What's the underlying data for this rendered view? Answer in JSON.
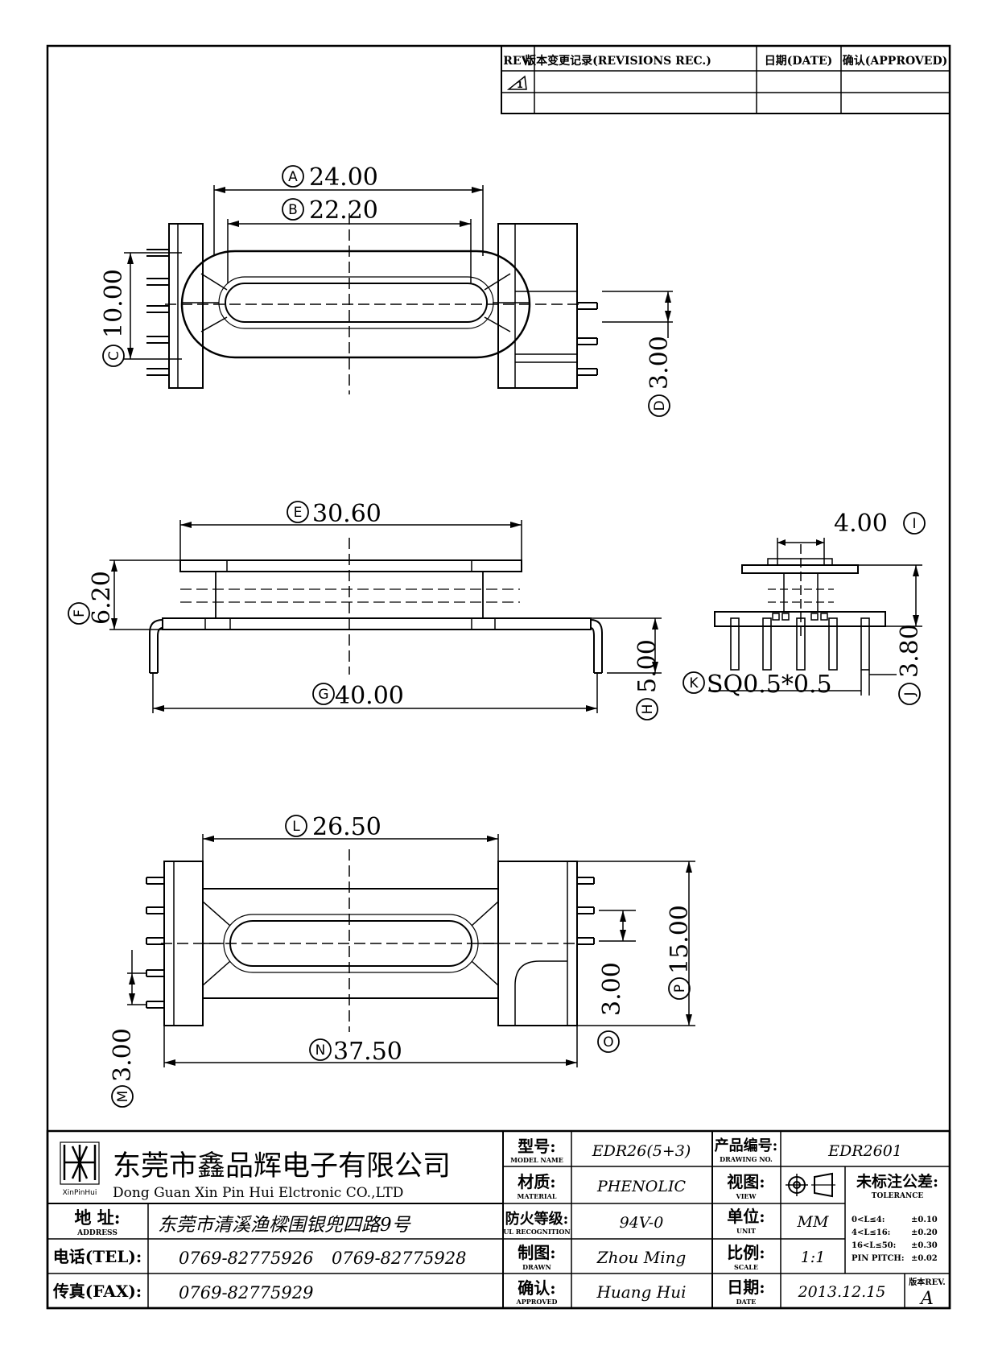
{
  "revision_table": {
    "col_rev": "REV.",
    "col_rec": "版本变更记录(REVISIONS REC.)",
    "col_date": "日期(DATE)",
    "col_approved": "确认(APPROVED)",
    "rev_mark": "1"
  },
  "dimensions": {
    "A": {
      "letter": "A",
      "value": "24.00"
    },
    "B": {
      "letter": "B",
      "value": "22.20"
    },
    "C": {
      "letter": "C",
      "value": "10.00"
    },
    "D": {
      "letter": "D",
      "value": "3.00"
    },
    "E": {
      "letter": "E",
      "value": "30.60"
    },
    "F": {
      "letter": "F",
      "value": "6.20"
    },
    "G": {
      "letter": "G",
      "value": "40.00"
    },
    "H": {
      "letter": "H",
      "value": "5.00"
    },
    "I": {
      "letter": "I",
      "value": "4.00"
    },
    "J": {
      "letter": "J",
      "value": "3.80"
    },
    "K": {
      "letter": "K",
      "value": "SQ0.5*0.5"
    },
    "L": {
      "letter": "L",
      "value": "26.50"
    },
    "M": {
      "letter": "M",
      "value": "3.00"
    },
    "N": {
      "letter": "N",
      "value": "37.50"
    },
    "O": {
      "letter": "O",
      "value": "3.00"
    },
    "P": {
      "letter": "P",
      "value": "15.00"
    }
  },
  "title_block": {
    "company_cn": "东莞市鑫品辉电子有限公司",
    "company_en": "Dong Guan Xin Pin Hui Elctronic CO.,LTD",
    "logo_text": "XinPinHui",
    "address_label": "地 址:",
    "address_label_en": "ADDRESS",
    "address": "东莞市清溪渔樑围银兜四路9号",
    "tel_label": "电话(TEL):",
    "tel1": "0769-82775926",
    "tel2": "0769-82775928",
    "fax_label": "传真(FAX):",
    "fax": "0769-82775929",
    "model_label": "型号:",
    "model_label_en": "MODEL NAME",
    "model": "EDR26(5+3)",
    "material_label": "材质:",
    "material_label_en": "MATERIAL",
    "material": "PHENOLIC",
    "flame_label": "防火等级:",
    "flame_label_en": "UL RECOGNITION",
    "flame": "94V-0",
    "drawn_label": "制图:",
    "drawn_label_en": "DRAWN",
    "drawn": "Zhou Ming",
    "approved_label": "确认:",
    "approved_label_en": "APPROVED",
    "approved": "Huang Hui",
    "drawing_no_label": "产品编号:",
    "drawing_no_label_en": "DRAWING NO.",
    "drawing_no": "EDR2601",
    "view_label": "视图:",
    "view_label_en": "VIEW",
    "unit_label": "单位:",
    "unit_label_en": "UNIT",
    "unit": "MM",
    "scale_label": "比例:",
    "scale_label_en": "SCALE",
    "scale": "1:1",
    "date_label": "日期:",
    "date_label_en": "DATE",
    "date": "2013.12.15",
    "tolerance_label": "未标注公差:",
    "tolerance_label_en": "TOLERANCE",
    "tol_rows": [
      {
        "range": "0<L≤4:",
        "value": "±0.10"
      },
      {
        "range": "4<L≤16:",
        "value": "±0.20"
      },
      {
        "range": "16<L≤50:",
        "value": "±0.30"
      },
      {
        "range": "PIN PITCH:",
        "value": "±0.02"
      }
    ],
    "version_label": "版本REV.",
    "version": "A"
  }
}
